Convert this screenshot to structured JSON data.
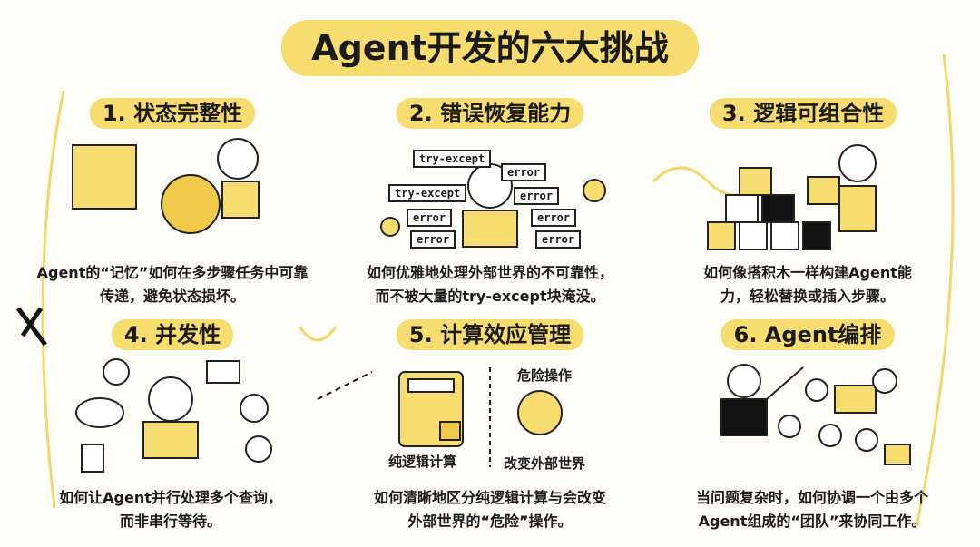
{
  "title": "Agent开发的六大挑战",
  "colors": {
    "accent": "#f7dc6f",
    "ink": "#1a1a1a",
    "background": "#fffdf8"
  },
  "sections": [
    {
      "heading": "1. 状态完整性",
      "description": "Agent的“记忆”如何在多步骤任务中可靠传递，避免状态损坏。"
    },
    {
      "heading": "2. 错误恢复能力",
      "description": "如何优雅地处理外部世界的不可靠性，而不被大量的try-except块淹没。",
      "labels": {
        "try1": "try-except",
        "try2": "try-except",
        "error": "error"
      }
    },
    {
      "heading": "3. 逻辑可组合性",
      "description": "如何像搭积木一样构建Agent能力，轻松替换或插入步骤。"
    },
    {
      "heading": "4. 并发性",
      "description": "如何让Agent并行处理多个查询，而非串行等待。"
    },
    {
      "heading": "5. 计算效应管理",
      "description": "如何清晰地区分纯逻辑计算与会改变外部世界的“危险”操作。",
      "labels": {
        "pure": "纯逻辑计算",
        "danger": "危险操作",
        "change": "改变外部世界"
      }
    },
    {
      "heading": "6. Agent编排",
      "description": "当问题复杂时，如何协调一个由多个Agent组成的“团队”来协同工作。"
    }
  ]
}
